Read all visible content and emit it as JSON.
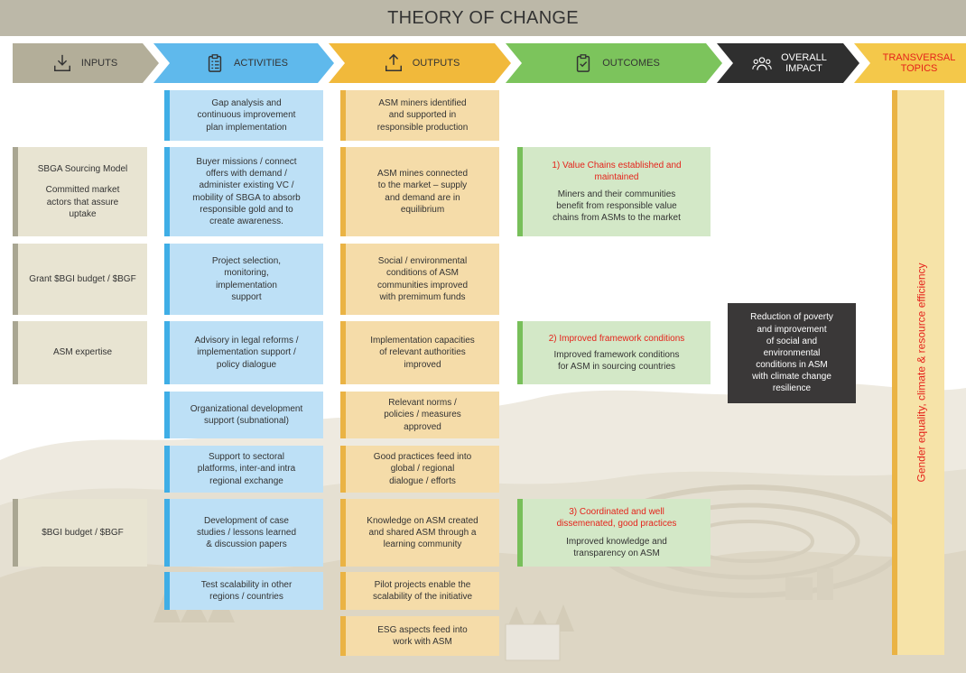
{
  "title": "THEORY OF CHANGE",
  "colors": {
    "inputs_arrow": "#b3ae99",
    "activities_arrow": "#5fb9ec",
    "outputs_arrow": "#f1b93b",
    "outcomes_arrow": "#7cc45c",
    "impact_arrow": "#2f2f2f",
    "transversal_arrow": "#f4c84a",
    "highlight_text": "#e5231b"
  },
  "header": {
    "inputs": {
      "label": "INPUTS",
      "icon": "download-tray-icon"
    },
    "activities": {
      "label": "ACTIVITIES",
      "icon": "clipboard-list-icon"
    },
    "outputs": {
      "label": "OUTPUTS",
      "icon": "upload-tray-icon"
    },
    "outcomes": {
      "label": "OUTCOMES",
      "icon": "clipboard-check-icon"
    },
    "impact": {
      "label_1": "OVERALL",
      "label_2": "IMPACT",
      "icon": "people-group-icon"
    },
    "transversal": {
      "label_1": "TRANSVERSAL",
      "label_2": "TOPICS"
    }
  },
  "inputs": [
    {
      "lines": [
        "SBGA Sourcing Model",
        "",
        "Committed market",
        "actors that assure",
        "uptake"
      ]
    },
    {
      "lines": [
        "Grant $BGI budget / $BGF"
      ]
    },
    {
      "lines": [
        "ASM expertise"
      ]
    },
    {
      "lines": [
        "$BGI budget / $BGF"
      ]
    }
  ],
  "activities": [
    {
      "lines": [
        "Gap analysis and",
        "continuous improvement",
        "plan implementation"
      ]
    },
    {
      "lines": [
        "Buyer missions / connect",
        "offers with demand /",
        "administer existing VC /",
        "mobility of SBGA to absorb",
        "responsible gold and to",
        "create awareness."
      ]
    },
    {
      "lines": [
        "Project selection,",
        "monitoring,",
        "implementation",
        "support"
      ]
    },
    {
      "lines": [
        "Advisory in legal reforms /",
        "implementation support  /",
        "policy dialogue"
      ]
    },
    {
      "lines": [
        "Organizational development",
        "support (subnational)"
      ]
    },
    {
      "lines": [
        "Support to sectoral",
        "platforms, inter-and intra",
        "regional exchange"
      ]
    },
    {
      "lines": [
        "Development of case",
        "studies / lessons learned",
        "& discussion papers"
      ]
    },
    {
      "lines": [
        "Test scalability in other",
        "regions / countries"
      ]
    }
  ],
  "outputs": [
    {
      "lines": [
        "ASM miners identified",
        "and supported in",
        "responsible production"
      ]
    },
    {
      "lines": [
        "ASM mines connected",
        "to the market – supply",
        "and demand are in",
        "equilibrium"
      ]
    },
    {
      "lines": [
        "Social / environmental",
        "conditions of ASM",
        "communities improved",
        "with premimum funds"
      ]
    },
    {
      "lines": [
        "Implementation capacities",
        "of relevant authorities",
        "improved"
      ]
    },
    {
      "lines": [
        "Relevant norms /",
        "policies /  measures",
        "approved"
      ]
    },
    {
      "lines": [
        "Good practices feed into",
        "global / regional",
        "dialogue / efforts"
      ]
    },
    {
      "lines": [
        "Knowledge on ASM created",
        "and shared ASM through a",
        "learning community"
      ]
    },
    {
      "lines": [
        "Pilot projects enable the",
        "scalability of the initiative"
      ]
    },
    {
      "lines": [
        "ESG aspects feed into",
        "work with ASM"
      ]
    }
  ],
  "outcomes": [
    {
      "heading": [
        "1) Value Chains established and",
        "maintained"
      ],
      "lines": [
        "Miners and their communities",
        "benefit from responsible value",
        "chains from ASMs to the market"
      ]
    },
    {
      "heading": [
        "2) Improved framework conditions"
      ],
      "lines": [
        "Improved framework conditions",
        "for ASM in sourcing countries"
      ]
    },
    {
      "heading": [
        "3) Coordinated and well",
        "dissemenated, good practices"
      ],
      "lines": [
        "Improved knowledge and",
        "transparency on ASM"
      ]
    }
  ],
  "impact": {
    "lines": [
      "Reduction of poverty",
      "and improvement",
      "of social and",
      "environmental",
      "conditions in ASM",
      "with climate change",
      "resilience"
    ]
  },
  "transversal": {
    "text": "Gender equality, climate & resource efficiency"
  }
}
